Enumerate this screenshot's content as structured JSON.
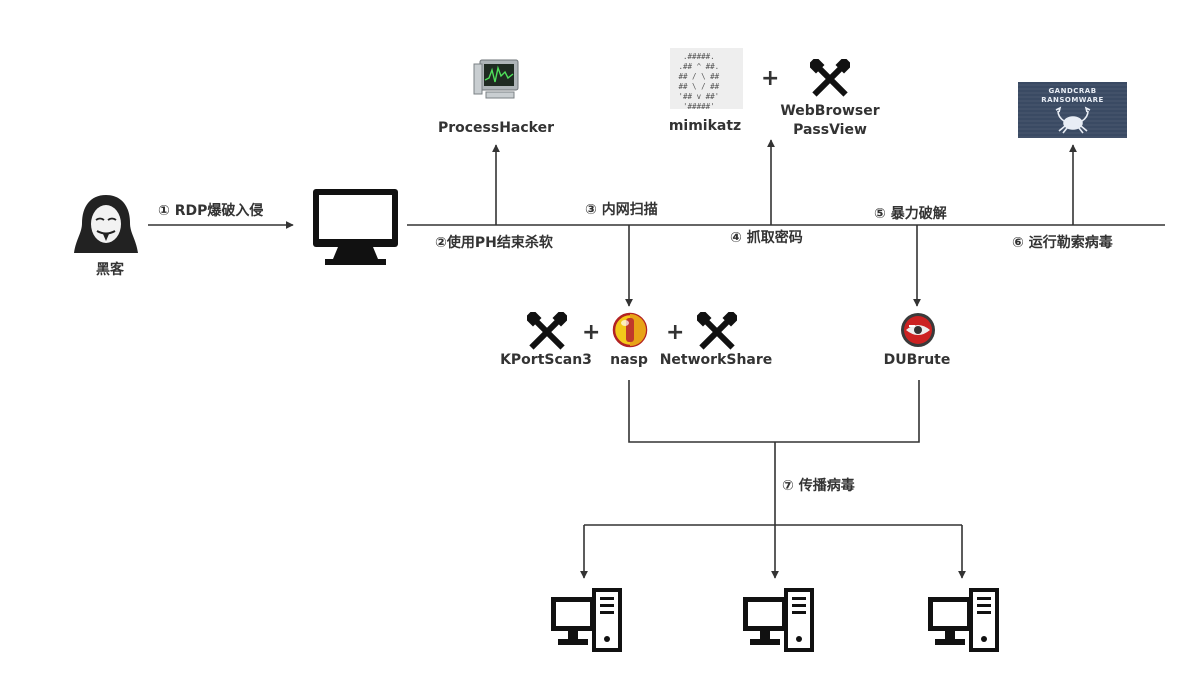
{
  "nodes": {
    "hacker": "黑客",
    "process_hacker": "ProcessHacker",
    "mimikatz": "mimikatz",
    "webbrowser_passview_line1": "WebBrowser",
    "webbrowser_passview_line2": "PassView",
    "kportscan": "KPortScan3",
    "nasp": "nasp",
    "networkshare": "NetworkShare",
    "dubrute": "DUBrute"
  },
  "steps": {
    "s1": "① RDP爆破入侵",
    "s2": "②使用PH结束杀软",
    "s3": "③ 内网扫描",
    "s4": "④ 抓取密码",
    "s5": "⑤ 暴力破解",
    "s6": "⑥  运行勒索病毒",
    "s7": "⑦  传播病毒"
  },
  "plus_sign": "+",
  "gandcrab": {
    "line1": "GANDCRAB",
    "line2": "RANSOMWARE"
  },
  "mimikatz_art": "  .#####.\n .## ^ ##.\n ## / \\ ##\n ## \\ / ##\n '## v ##'\n  '#####'",
  "colors": {
    "line": "#333333",
    "text": "#333333",
    "gandcrab_bg": "#3a4a63"
  }
}
